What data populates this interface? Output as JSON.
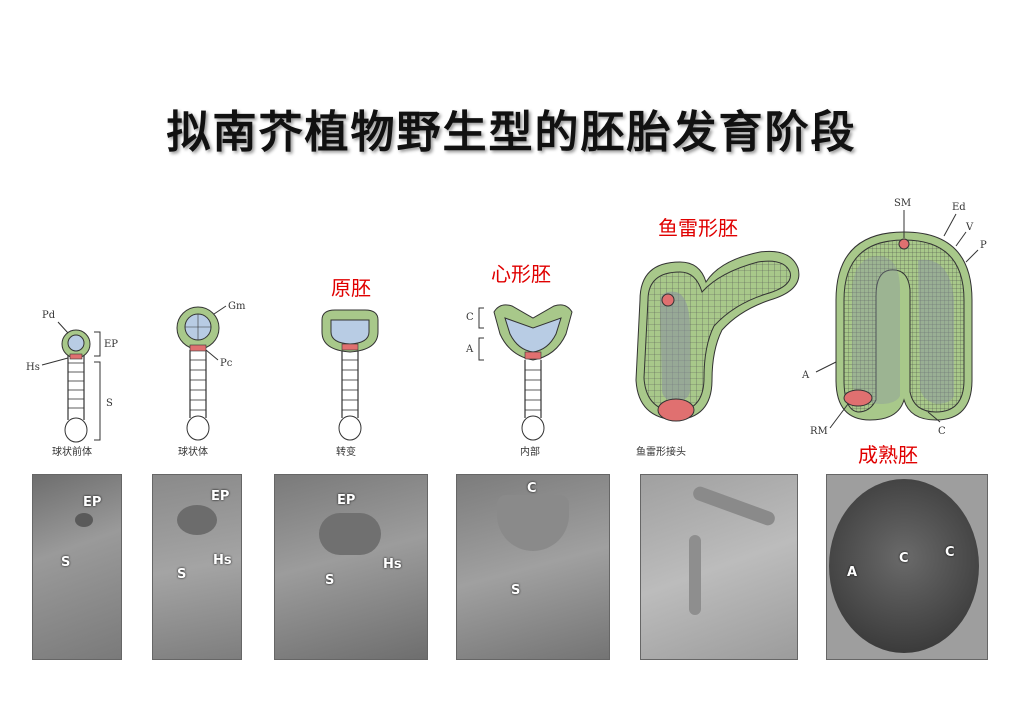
{
  "title": "拟南芥植物野生型的胚胎发育阶段",
  "stage_labels": {
    "proembryo": "原胚",
    "heart": "心形胚",
    "torpedo": "鱼雷形胚",
    "mature": "成熟胚"
  },
  "diagram_labels": {
    "pd": "Pd",
    "ep": "EP",
    "hs": "Hs",
    "s": "S",
    "gm": "Gm",
    "pc": "Pc",
    "c": "C",
    "a": "A",
    "sm": "SM",
    "ed": "Ed",
    "v": "V",
    "p": "P",
    "a2": "A",
    "rm": "RM",
    "c2": "C"
  },
  "captions": [
    "球状前体",
    "球状体",
    "转变",
    "内部",
    "鱼雷形接头"
  ],
  "photo_labels": {
    "p1": [
      "EP",
      "S"
    ],
    "p2": [
      "EP",
      "S",
      "Hs"
    ],
    "p3": [
      "EP",
      "S",
      "Hs"
    ],
    "p4": [
      "C",
      "S"
    ],
    "p6": [
      "A",
      "C",
      "C"
    ]
  },
  "colors": {
    "outer_layer": "#a8c88a",
    "inner_cell": "#b8cce4",
    "hypophysis": "#e07070",
    "stage_label": "#e00000"
  }
}
